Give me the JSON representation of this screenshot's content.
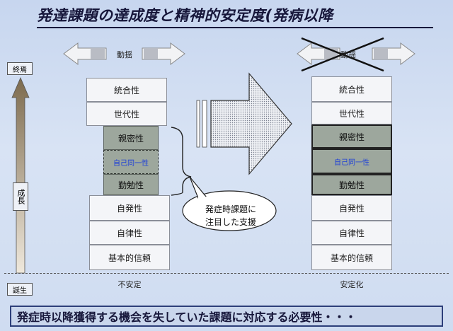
{
  "title": "発達課題の達成度と精神的安定度(発病以降",
  "sidebar": {
    "top_label": "終焉",
    "middle_label": "成長",
    "bottom_label": "誕生"
  },
  "left_column": {
    "arrow_label": "動揺",
    "items": [
      "統合性",
      "世代性",
      "親密性",
      "自己同一性",
      "勤勉性",
      "自発性",
      "自律性",
      "基本的信頼"
    ],
    "caption": "不安定"
  },
  "speech_bubble": {
    "line1": "発症時課題に",
    "line2": "注目した支援"
  },
  "right_column": {
    "arrow_label": "動揺",
    "items": [
      "統合性",
      "世代性",
      "親密性",
      "自己同一性",
      "勤勉性",
      "自発性",
      "自律性",
      "基本的信頼"
    ],
    "caption": "安定化"
  },
  "footer": {
    "text": "発症時以降獲得する機会を失していた課題に対応する必要性・・・"
  },
  "colors": {
    "background": "#cfdcf1",
    "highlight_block": "#9da79d",
    "title_text": "#16163a",
    "identity_text": "#1d3fd8"
  }
}
